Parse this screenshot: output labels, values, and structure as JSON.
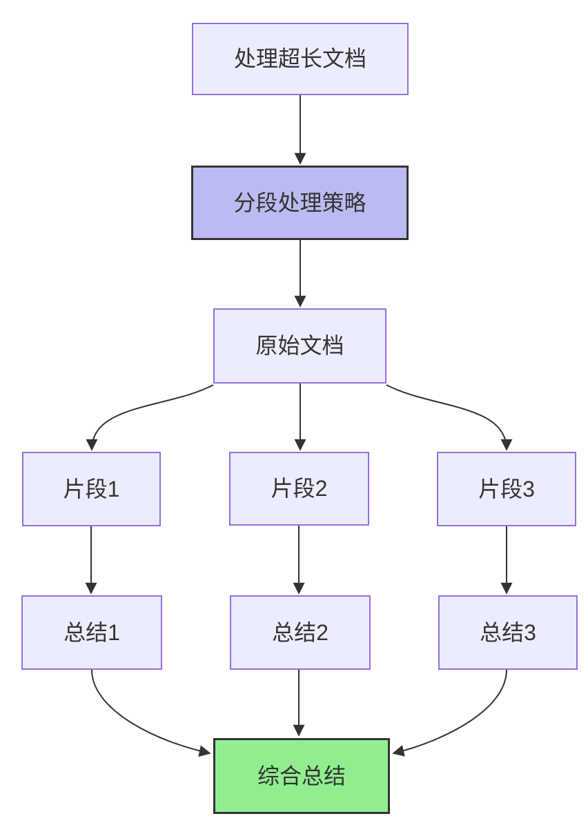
{
  "diagram": {
    "type": "flowchart",
    "direction": "top-down",
    "colors": {
      "background": "#ffffff",
      "default_node_fill": "#ECECFF",
      "default_node_border": "#9370DB",
      "emphasis_node_fill": "#BBBBF2",
      "emphasis_node_border": "#333333",
      "success_node_fill": "#90EE90",
      "success_node_border": "#333333",
      "edge_stroke": "#333333",
      "text": "#333333"
    },
    "nodes": [
      {
        "id": "doc",
        "label": "处理超长文档",
        "style": "default"
      },
      {
        "id": "strategy",
        "label": "分段处理策略",
        "style": "emphasis"
      },
      {
        "id": "original",
        "label": "原始文档",
        "style": "default"
      },
      {
        "id": "fragment1",
        "label": "片段1",
        "style": "default"
      },
      {
        "id": "fragment2",
        "label": "片段2",
        "style": "default"
      },
      {
        "id": "fragment3",
        "label": "片段3",
        "style": "default"
      },
      {
        "id": "summary1",
        "label": "总结1",
        "style": "default"
      },
      {
        "id": "summary2",
        "label": "总结2",
        "style": "default"
      },
      {
        "id": "summary3",
        "label": "总结3",
        "style": "default"
      },
      {
        "id": "final",
        "label": "综合总结",
        "style": "success"
      }
    ],
    "edges": [
      {
        "from": "doc",
        "to": "strategy"
      },
      {
        "from": "strategy",
        "to": "original"
      },
      {
        "from": "original",
        "to": "fragment1"
      },
      {
        "from": "original",
        "to": "fragment2"
      },
      {
        "from": "original",
        "to": "fragment3"
      },
      {
        "from": "fragment1",
        "to": "summary1"
      },
      {
        "from": "fragment2",
        "to": "summary2"
      },
      {
        "from": "fragment3",
        "to": "summary3"
      },
      {
        "from": "summary1",
        "to": "final"
      },
      {
        "from": "summary2",
        "to": "final"
      },
      {
        "from": "summary3",
        "to": "final"
      }
    ]
  }
}
